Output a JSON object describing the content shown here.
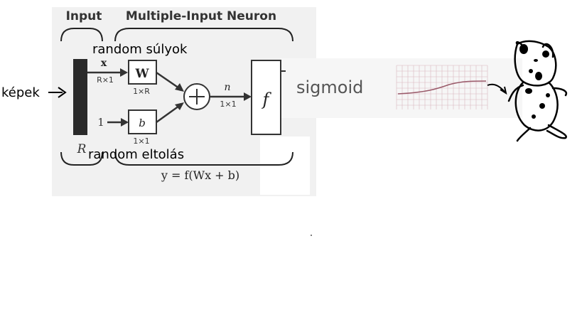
{
  "labels": {
    "input_header": "Input",
    "neuron_header": "Multiple-Input Neuron",
    "kepek": "képek",
    "random_weights": "random súlyok",
    "x_symbol": "x",
    "x_dim": "R×1",
    "weight_symbol": "W",
    "weight_dim": "1×R",
    "one": "1",
    "bias_symbol": "b",
    "bias_dim": "1×1",
    "n_symbol": "n",
    "n_dim": "1×1",
    "f_symbol": "f",
    "r_label": "R",
    "random_bias": "random eltolás",
    "formula": "y = f(Wx + b)",
    "sigmoid": "sigmoid"
  },
  "colors": {
    "diagram_bg": "#f1f1f1",
    "ink": "#222222",
    "input_bar": "#2a2a2a",
    "sigmoid_curve": "#9a5a6a",
    "grid": "#d9b8bf"
  }
}
